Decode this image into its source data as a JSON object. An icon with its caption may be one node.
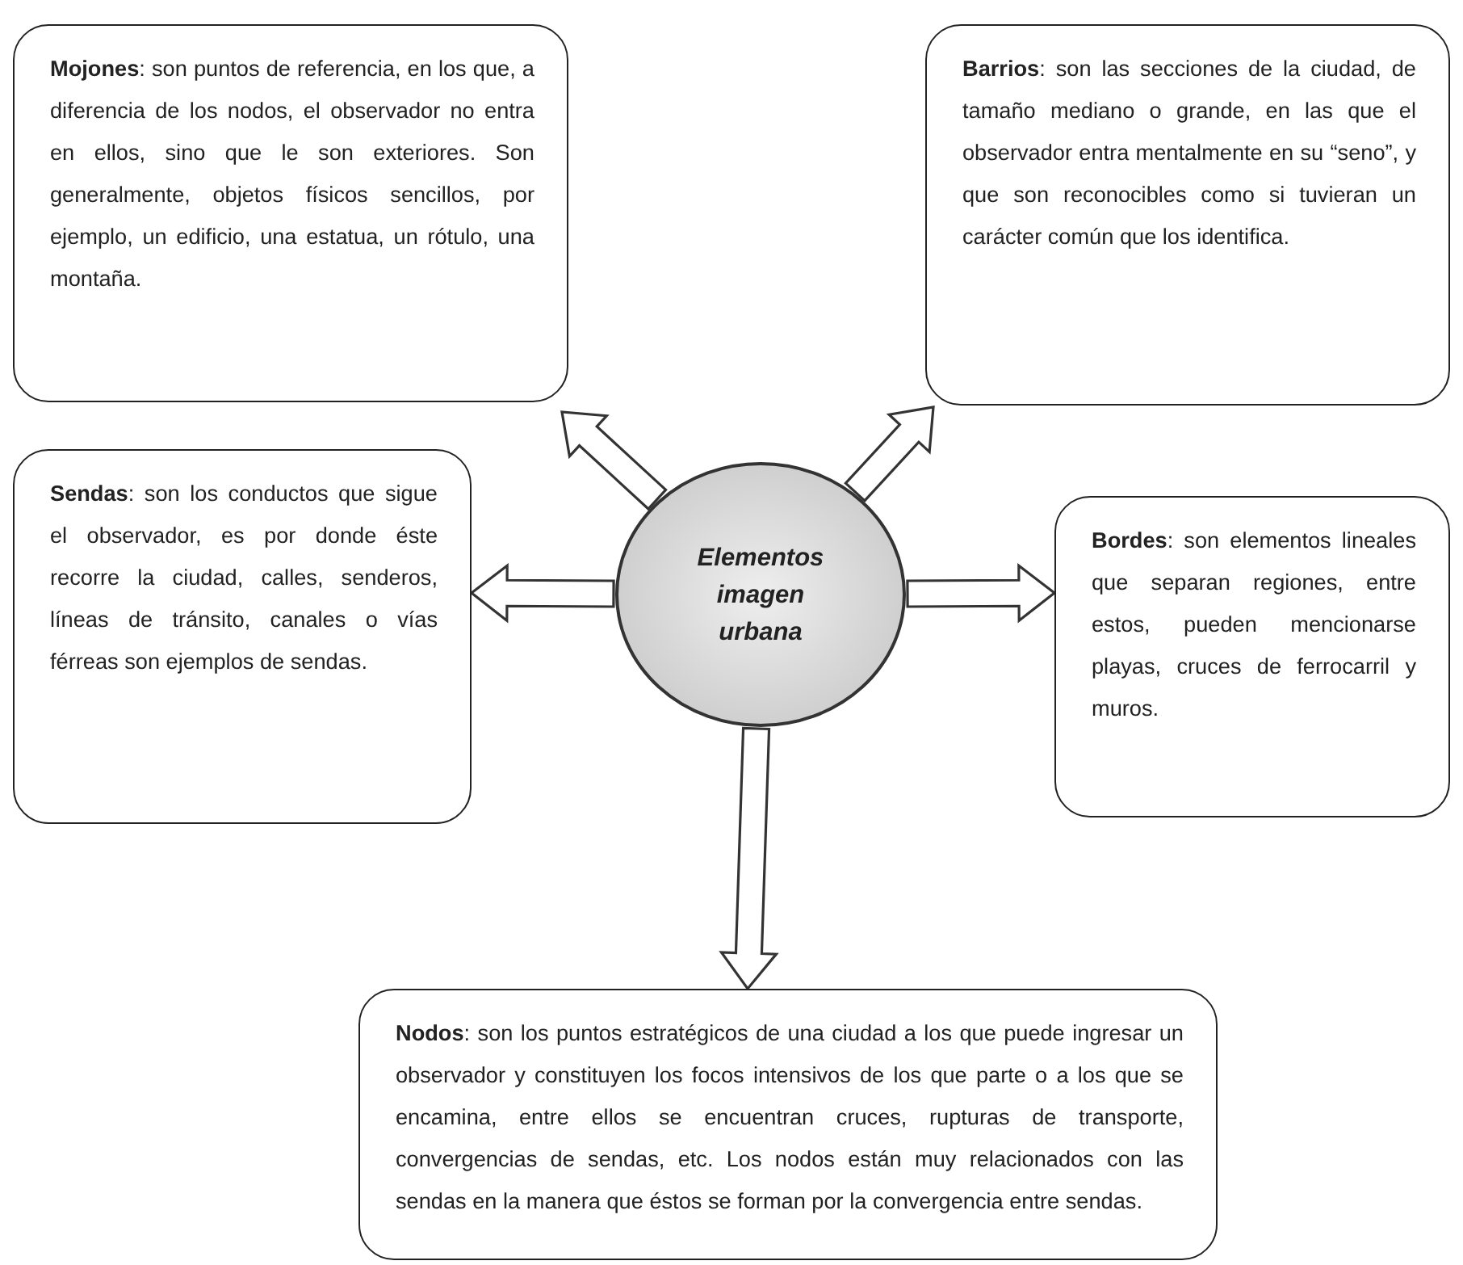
{
  "diagram": {
    "nodes": [
      {
        "text": [
          "Elementos imagen urbana"
        ]
      },
      {
        "text": [
          "**Mojones**: son puntos de referencia, en los que, a diferencia de los nodos, el observador no entra en ellos, sino que le son exteriores. Son generalmente, objetos físicos sencillos, por ejemplo, un edificio, una estatua, un rótulo, una montaña."
        ]
      },
      {
        "text": [
          "**Barrios**: son las secciones de la ciudad, de tamaño mediano o grande, en las que el observador entra mentalmente en su “seno”, y que son reconocibles como si tuvieran un carácter común que los identifica."
        ]
      },
      {
        "text": [
          "**Sendas**: son los conductos que sigue el observador, es por donde éste recorre la ciudad, calles, senderos, líneas de tránsito, canales o vías férreas son ejemplos de sendas."
        ]
      },
      {
        "text": [
          "**Bordes**: son elementos lineales que separan regiones, entre estos, pueden mencionarse playas, cruces de ferrocarril y muros."
        ]
      },
      {
        "text": [
          "**Nodos**: son los puntos estratégicos de una ciudad a los que puede ingresar un observador y constituyen los focos intensivos de los que parte o a los que se encamina, entre ellos se encuentran cruces, rupturas de transporte, convergencias de sendas, etc. Los nodos están muy relacionados con las sendas en la manera que éstos se forman por la convergencia entre sendas."
        ]
      }
    ],
    "edges": [
      {
        "from": 0,
        "to": 1,
        "arrow": "to"
      },
      {
        "from": 0,
        "to": 2,
        "arrow": "to"
      },
      {
        "from": 0,
        "to": 3,
        "arrow": "to"
      },
      {
        "from": 0,
        "to": 4,
        "arrow": "to"
      },
      {
        "from": 0,
        "to": 5,
        "arrow": "to"
      }
    ]
  }
}
